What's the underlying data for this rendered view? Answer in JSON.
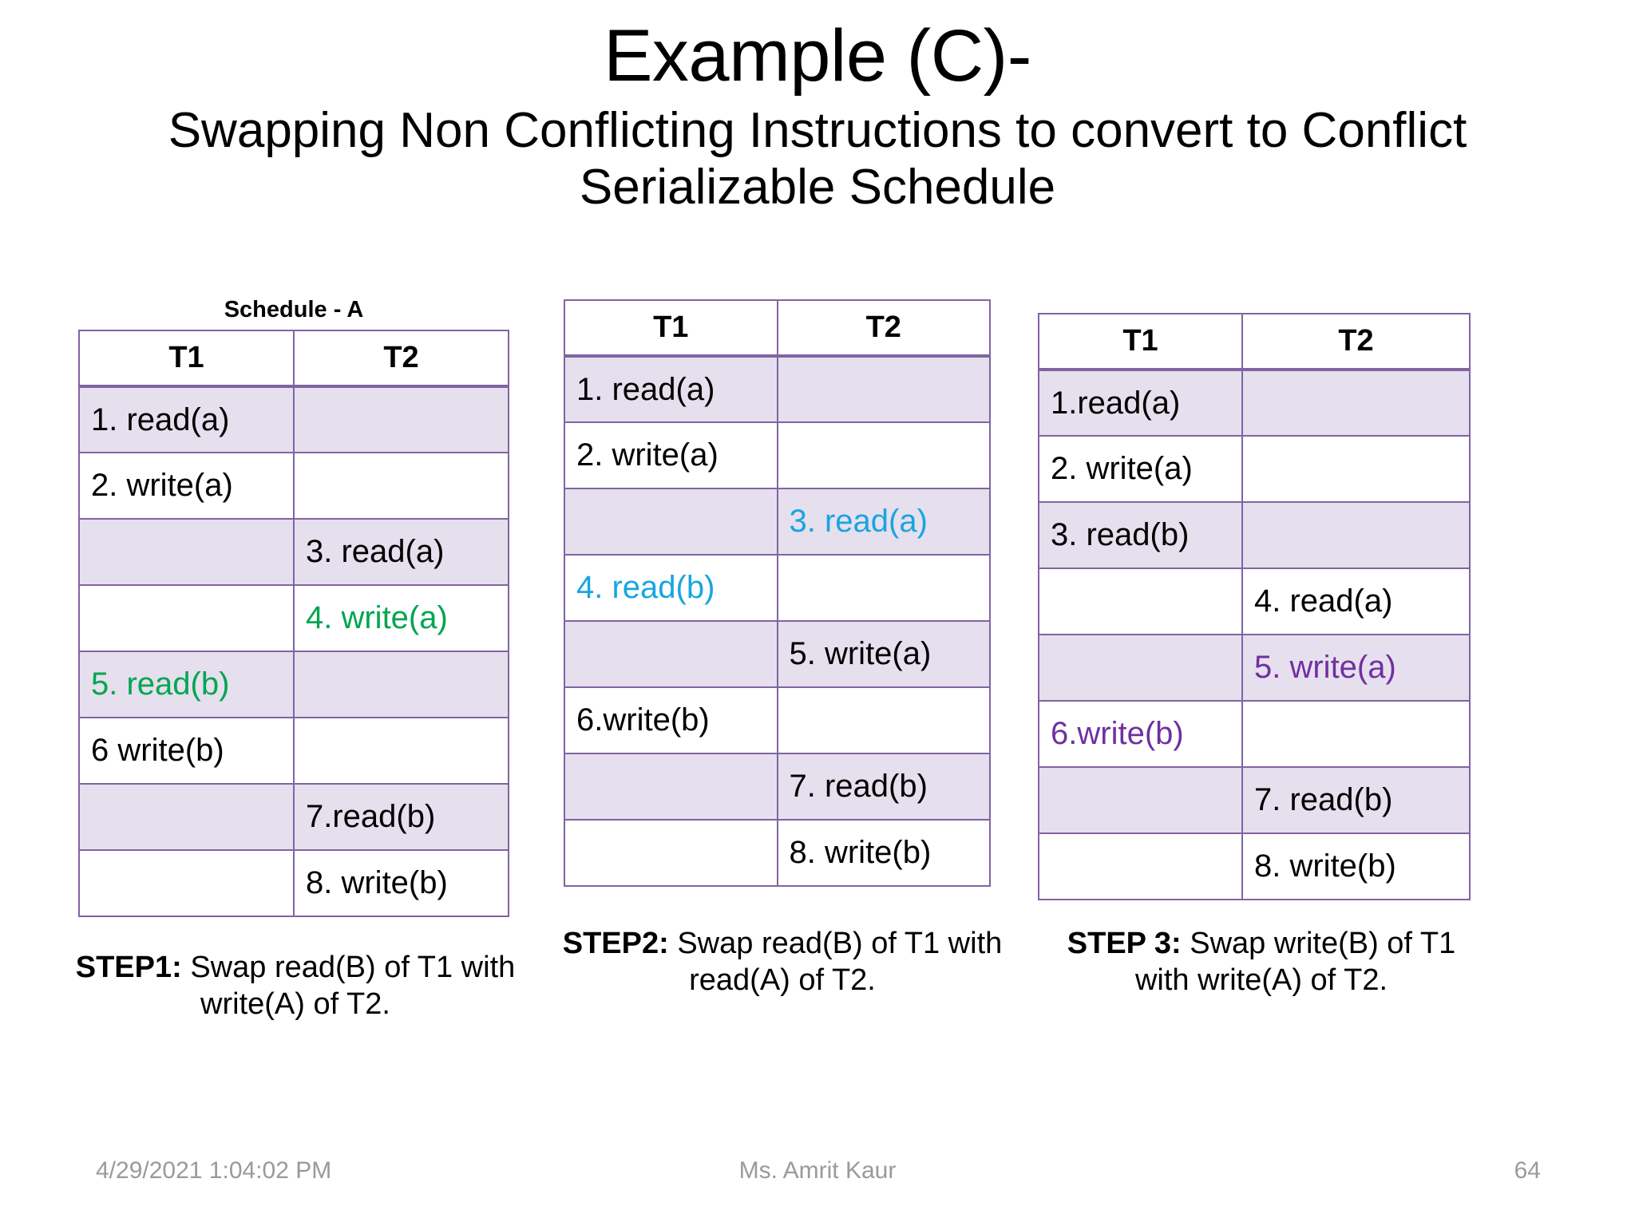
{
  "slide": {
    "title": "Example (C)-",
    "subtitle": "Swapping Non Conflicting Instructions to convert to Conflict Serializable Schedule"
  },
  "columns": {
    "t1": "T1",
    "t2": "T2"
  },
  "table1": {
    "caption_top": "Schedule - A",
    "headers": [
      "T1",
      "T2"
    ],
    "rows": [
      {
        "t1": "1. read(a)",
        "t2": "",
        "shaded": true,
        "t1_style": "plain",
        "t2_style": "plain"
      },
      {
        "t1": "2. write(a)",
        "t2": "",
        "shaded": false,
        "t1_style": "plain",
        "t2_style": "plain"
      },
      {
        "t1": "",
        "t2": "3. read(a)",
        "shaded": true,
        "t1_style": "plain",
        "t2_style": "plain"
      },
      {
        "t1": "",
        "t2": "4. write(a)",
        "shaded": false,
        "t1_style": "plain",
        "t2_style": "green"
      },
      {
        "t1": "5. read(b)",
        "t2": "",
        "shaded": true,
        "t1_style": "green",
        "t2_style": "plain"
      },
      {
        "t1": "6 write(b)",
        "t2": "",
        "shaded": false,
        "t1_style": "plain",
        "t2_style": "plain"
      },
      {
        "t1": "",
        "t2": "7.read(b)",
        "shaded": true,
        "t1_style": "plain",
        "t2_style": "plain"
      },
      {
        "t1": "",
        "t2": "8. write(b)",
        "shaded": false,
        "t1_style": "plain",
        "t2_style": "plain"
      }
    ],
    "step_caption_bold": "STEP1:",
    "step_caption_rest": " Swap read(B) of T1 with  write(A) of T2."
  },
  "table2": {
    "headers": [
      "T1",
      "T2"
    ],
    "rows": [
      {
        "t1": "1. read(a)",
        "t2": "",
        "shaded": true,
        "t1_style": "plain",
        "t2_style": "plain"
      },
      {
        "t1": "2. write(a)",
        "t2": "",
        "shaded": false,
        "t1_style": "plain",
        "t2_style": "plain"
      },
      {
        "t1": "",
        "t2": "3. read(a)",
        "shaded": true,
        "t1_style": "plain",
        "t2_style": "blue"
      },
      {
        "t1": "4. read(b)",
        "t2": "",
        "shaded": false,
        "t1_style": "blue",
        "t2_style": "plain"
      },
      {
        "t1": "",
        "t2": "5. write(a)",
        "shaded": true,
        "t1_style": "plain",
        "t2_style": "bold"
      },
      {
        "t1": "6.write(b)",
        "t2": "",
        "shaded": false,
        "t1_style": "plain",
        "t2_style": "plain"
      },
      {
        "t1": "",
        "t2": "7. read(b)",
        "shaded": true,
        "t1_style": "plain",
        "t2_style": "plain"
      },
      {
        "t1": "",
        "t2": "8. write(b)",
        "shaded": false,
        "t1_style": "plain",
        "t2_style": "plain"
      }
    ],
    "step_caption_bold": "STEP2:",
    "step_caption_rest": " Swap read(B) of T1 with read(A) of T2."
  },
  "table3": {
    "headers": [
      "T1",
      "T2"
    ],
    "rows": [
      {
        "t1": "1.read(a)",
        "t2": "",
        "shaded": true,
        "t1_style": "plain",
        "t2_style": "plain"
      },
      {
        "t1": "2. write(a)",
        "t2": "",
        "shaded": false,
        "t1_style": "plain",
        "t2_style": "plain"
      },
      {
        "t1": "3. read(b)",
        "t2": "",
        "shaded": true,
        "t1_style": "bold",
        "t2_style": "plain"
      },
      {
        "t1": "",
        "t2": "4. read(a)",
        "shaded": false,
        "t1_style": "plain",
        "t2_style": "bold"
      },
      {
        "t1": "",
        "t2": "5. write(a)",
        "shaded": true,
        "t1_style": "plain",
        "t2_style": "purple"
      },
      {
        "t1": "6.write(b)",
        "t2": "",
        "shaded": false,
        "t1_style": "purple",
        "t2_style": "plain"
      },
      {
        "t1": "",
        "t2": "7. read(b)",
        "shaded": true,
        "t1_style": "plain",
        "t2_style": "plain"
      },
      {
        "t1": "",
        "t2": "8. write(b)",
        "shaded": false,
        "t1_style": "plain",
        "t2_style": "plain"
      }
    ],
    "step_caption_bold": "STEP 3:",
    "step_caption_rest": " Swap write(B) of T1 with write(A) of T2."
  },
  "footer": {
    "date": "4/29/2021 1:04:02 PM",
    "author": "Ms. Amrit Kaur",
    "page": "64"
  },
  "colors": {
    "table_border": "#8064A2",
    "row_shade": "#E6DFEE",
    "green": "#00A64F",
    "blue": "#18A5E0",
    "purple": "#7030A0",
    "footer_text": "#9a9a9a"
  }
}
